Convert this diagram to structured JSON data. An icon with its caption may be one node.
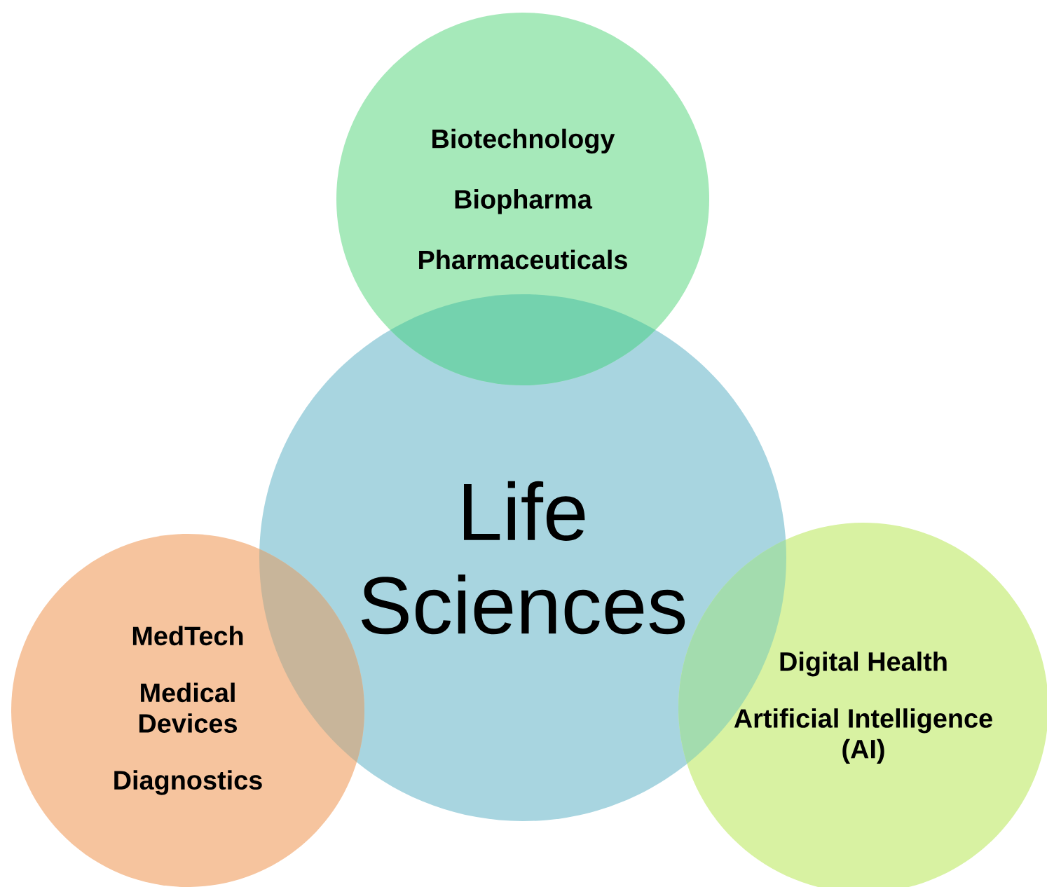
{
  "diagram": {
    "nodes": [
      {
        "text": [
          "Life Sciences"
        ]
      },
      {
        "text": [
          "Biotechnology",
          "Biopharma",
          "Pharmaceuticals"
        ]
      },
      {
        "text": [
          "MedTech",
          "Medical Devices",
          "Diagnostics"
        ]
      },
      {
        "text": [
          "Digital Health",
          "Artificial Intelligence (AI)"
        ]
      }
    ]
  }
}
